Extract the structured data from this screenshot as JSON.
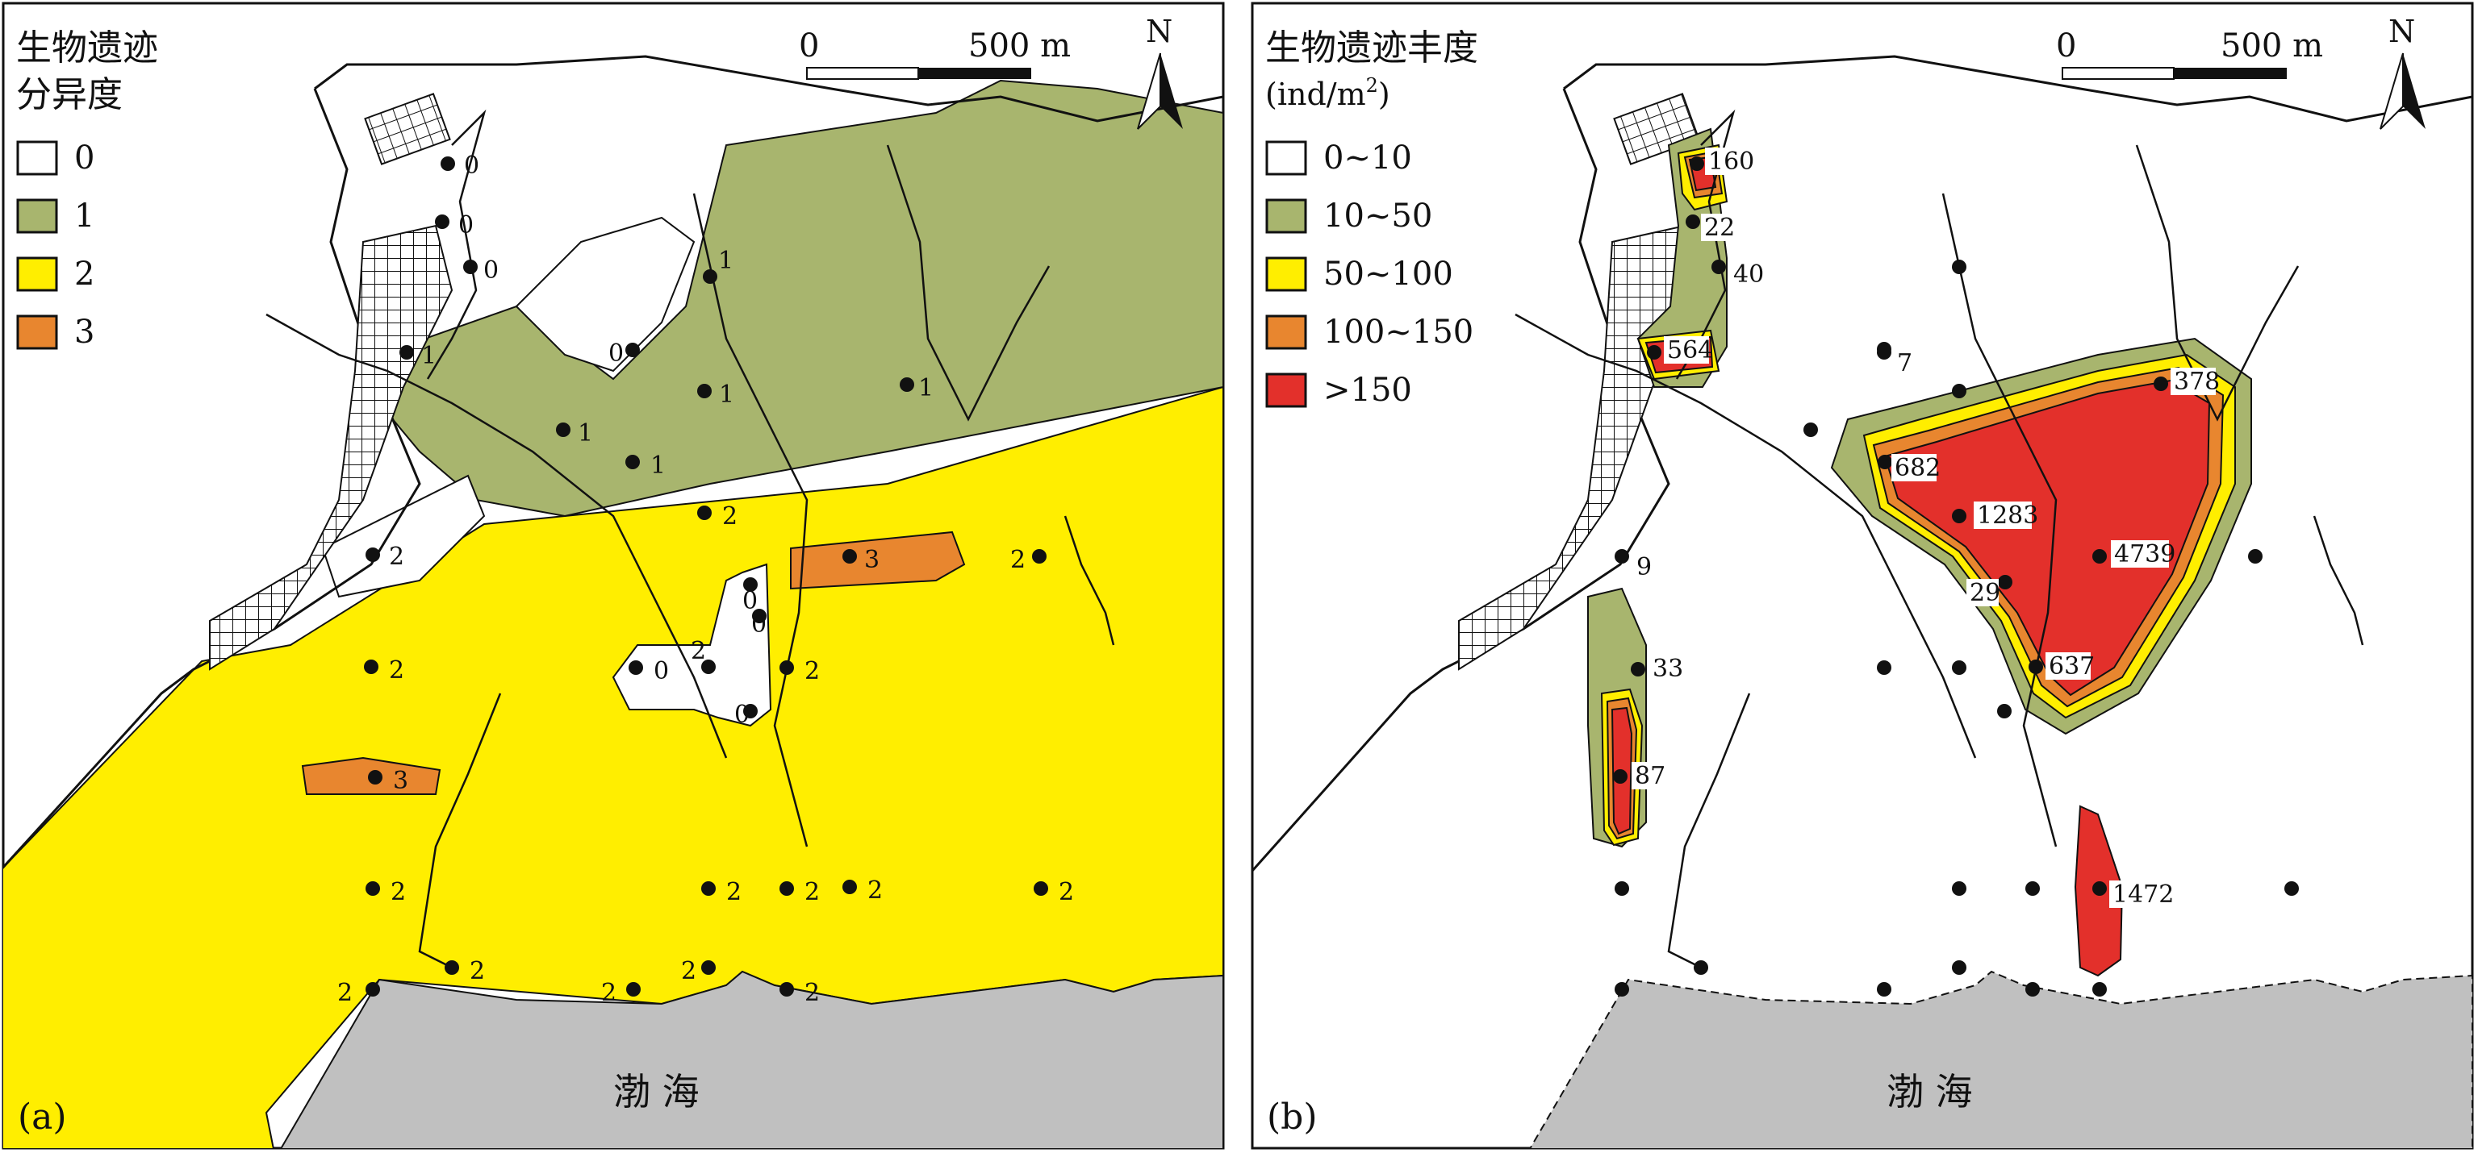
{
  "panel_a": {
    "title_line1": "生物遗迹",
    "title_line2": "分异度",
    "tag": "(a)",
    "sea_label": "渤 海",
    "scale": {
      "start": "0",
      "end": "500 m"
    },
    "north": "N",
    "legend": [
      {
        "label": "0",
        "color": "#ffffff"
      },
      {
        "label": "1",
        "color": "#a8b56e"
      },
      {
        "label": "2",
        "color": "#ffee00"
      },
      {
        "label": "3",
        "color": "#e8862f"
      }
    ],
    "points": [
      "0",
      "0",
      "0",
      "1",
      "1",
      "0",
      "1",
      "1",
      "1",
      "1",
      "2",
      "3",
      "2",
      "0",
      "0",
      "2",
      "2",
      "0",
      "0",
      "2",
      "3",
      "2",
      "2",
      "2",
      "2",
      "2",
      "2",
      "2",
      "2",
      "2",
      "2",
      "2"
    ]
  },
  "panel_b": {
    "title_line1": "生物遗迹丰度",
    "unit_prefix": "(ind/m",
    "unit_sup": "2",
    "unit_suffix": ")",
    "tag": "(b)",
    "sea_label": "渤 海",
    "scale": {
      "start": "0",
      "end": "500 m"
    },
    "north": "N",
    "legend": [
      {
        "label": "0~10",
        "color": "#ffffff"
      },
      {
        "label": "10~50",
        "color": "#a8b56e"
      },
      {
        "label": "50~100",
        "color": "#ffee00"
      },
      {
        "label": "100~150",
        "color": "#e8862f"
      },
      {
        "label": ">150",
        "color": "#e3302b"
      }
    ],
    "points": [
      "160",
      "22",
      "40",
      "564",
      "7",
      "682",
      "1283",
      "4739",
      "378",
      "29",
      "9",
      "33",
      "87",
      "637",
      "1472"
    ]
  },
  "colors": {
    "land": "#ffffff",
    "sea": "#c0c0c0",
    "level1": "#a8b56e",
    "level2": "#ffee00",
    "level3": "#e8862f",
    "level4": "#e3302b",
    "outline": "#111111"
  }
}
